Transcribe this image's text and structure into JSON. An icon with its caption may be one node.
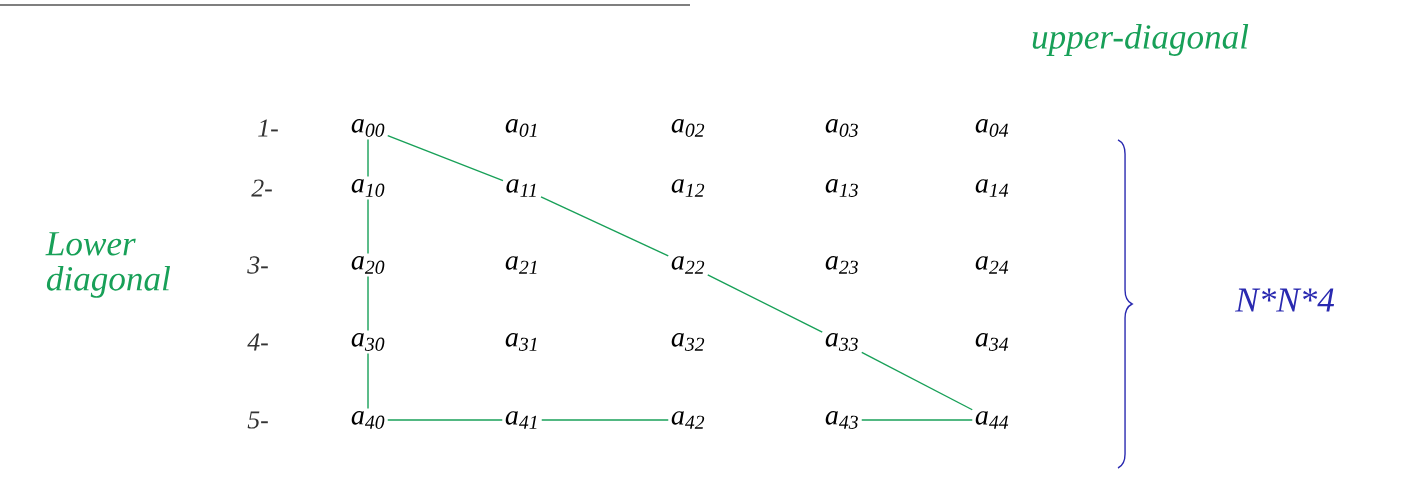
{
  "diagram": {
    "nodes": [
      {
        "text": [
          "a$_{00}$"
        ]
      },
      {
        "text": [
          "a$_{01}$"
        ]
      },
      {
        "text": [
          "a$_{02}$"
        ]
      },
      {
        "text": [
          "a$_{03}$"
        ]
      },
      {
        "text": [
          "a$_{04}$"
        ]
      },
      {
        "text": [
          "a$_{10}$"
        ]
      },
      {
        "text": [
          "a$_{11}$"
        ]
      },
      {
        "text": [
          "a$_{12}$"
        ]
      },
      {
        "text": [
          "a$_{13}$"
        ]
      },
      {
        "text": [
          "a$_{14}$"
        ]
      },
      {
        "text": [
          "a$_{20}$"
        ]
      },
      {
        "text": [
          "a$_{21}$"
        ]
      },
      {
        "text": [
          "a$_{22}$"
        ]
      },
      {
        "text": [
          "a$_{23}$"
        ]
      },
      {
        "text": [
          "a$_{24}$"
        ]
      },
      {
        "text": [
          "a$_{30}$"
        ]
      },
      {
        "text": [
          "a$_{31}$"
        ]
      },
      {
        "text": [
          "a$_{32}$"
        ]
      },
      {
        "text": [
          "a$_{33}$"
        ]
      },
      {
        "text": [
          "a$_{34}$"
        ]
      },
      {
        "text": [
          "a$_{40}$"
        ]
      },
      {
        "text": [
          "a$_{41}$"
        ]
      },
      {
        "text": [
          "a$_{42}$"
        ]
      },
      {
        "text": [
          "a$_{43}$"
        ]
      },
      {
        "text": [
          "a$_{44}$"
        ]
      }
    ],
    "edges": [
      {
        "from": 0,
        "to": 6,
        "arrow": "none"
      },
      {
        "from": 6,
        "to": 12,
        "arrow": "none"
      },
      {
        "from": 12,
        "to": 18,
        "arrow": "none"
      },
      {
        "from": 18,
        "to": 24,
        "arrow": "none"
      },
      {
        "from": 0,
        "to": 5,
        "arrow": "none"
      },
      {
        "from": 5,
        "to": 10,
        "arrow": "none"
      },
      {
        "from": 10,
        "to": 15,
        "arrow": "none"
      },
      {
        "from": 15,
        "to": 20,
        "arrow": "none"
      },
      {
        "from": 20,
        "to": 21,
        "arrow": "none"
      },
      {
        "from": 21,
        "to": 22,
        "arrow": "none"
      },
      {
        "from": 23,
        "to": 24,
        "arrow": "none"
      }
    ],
    "labels": [
      "upper-diagonal",
      "1-",
      "2-",
      "Lower diagonal",
      "3-",
      "4-",
      "N*N*4",
      "5-"
    ]
  }
}
